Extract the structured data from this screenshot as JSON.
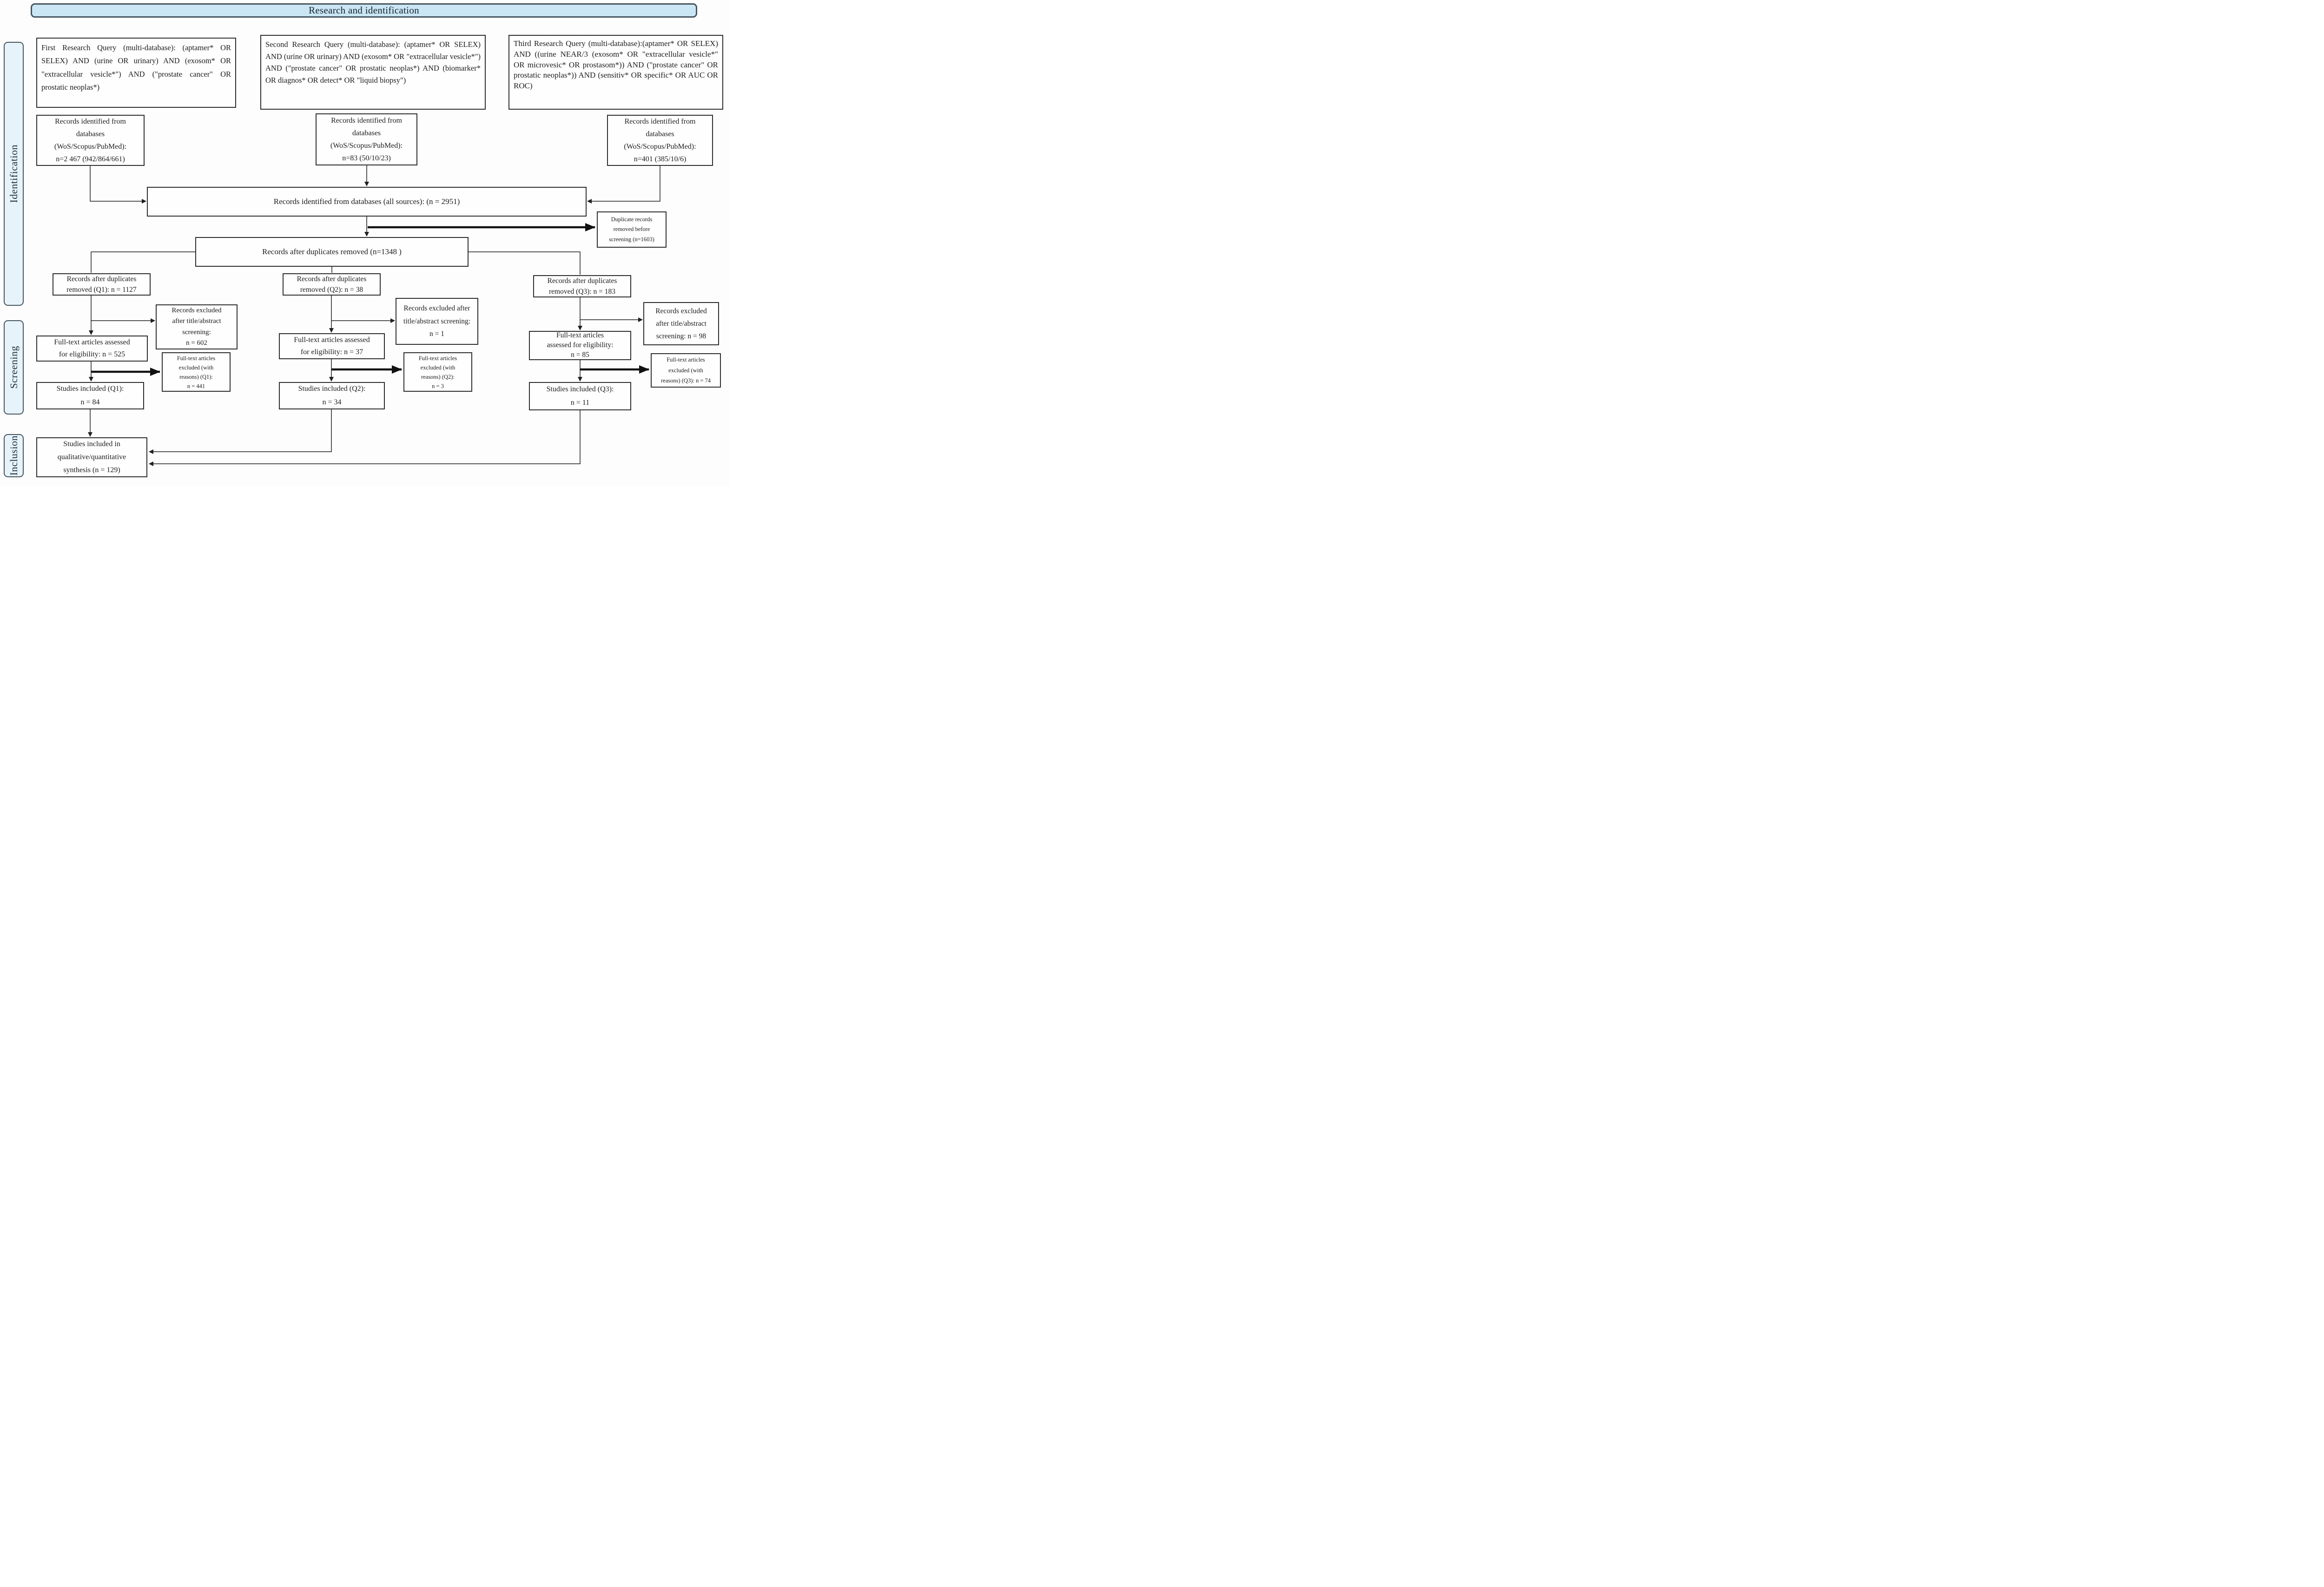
{
  "banner": {
    "title": "Research and identification"
  },
  "side_labels": {
    "identification": "Identification",
    "screening": "Screening",
    "inclusion": "Inclusion"
  },
  "queries": [
    {
      "text": "First Research Query (multi-database): (aptamer* OR SELEX) AND (urine OR urinary) AND (exosom* OR \"extracellular vesicle*\") AND (\"prostate cancer\" OR prostatic neoplas*)"
    },
    {
      "text": "Second Research Query (multi-database): (aptamer* OR SELEX) AND (urine OR urinary) AND (exosom* OR \"extracellular vesicle*\") AND (\"prostate cancer\" OR prostatic neoplas*) AND (biomarker* OR diagnos* OR detect* OR \"liquid biopsy\")"
    },
    {
      "text": "Third Research Query (multi-database):(aptamer* OR SELEX) AND ((urine NEAR/3 (exosom* OR \"extracellular vesicle*\" OR microvesic* OR prostasom*)) AND (\"prostate cancer\" OR prostatic neoplas*)) AND (sensitiv* OR specific* OR AUC OR ROC)"
    }
  ],
  "identification": {
    "records_q1": {
      "lines": [
        "Records identified from",
        "databases",
        "(WoS/Scopus/PubMed):",
        "n=2 467 (942/864/661)"
      ]
    },
    "records_q2": {
      "lines": [
        "Records identified from",
        "databases",
        "(WoS/Scopus/PubMed):",
        "n=83 (50/10/23)"
      ]
    },
    "records_q3": {
      "lines": [
        "Records identified from",
        "databases",
        "(WoS/Scopus/PubMed):",
        "n=401 (385/10/6)"
      ]
    },
    "all_sources": {
      "text": "Records identified from databases (all sources):   (n = 2951)"
    },
    "duplicates_removed": {
      "lines": [
        "Duplicate records",
        "removed before",
        "screening (n=1603)"
      ]
    },
    "after_duplicates": {
      "text": "Records after duplicates removed (n=1348 )"
    }
  },
  "screening": {
    "q1": {
      "dedup": {
        "lines": [
          "Records after duplicates",
          "removed (Q1): n = 1127"
        ]
      },
      "excluded": {
        "lines": [
          "Records excluded",
          "after title/abstract",
          "screening:",
          "n = 602"
        ]
      },
      "fulltext": {
        "lines": [
          "Full-text articles assessed",
          "for eligibility: n = 525"
        ]
      },
      "ft_excluded": {
        "lines": [
          "Full-text articles",
          "excluded (with",
          "reasons) (Q1):",
          "n = 441"
        ]
      },
      "included": {
        "lines": [
          "Studies included (Q1):",
          "n = 84"
        ]
      }
    },
    "q2": {
      "dedup": {
        "lines": [
          "Records after duplicates",
          "removed (Q2): n = 38"
        ]
      },
      "excluded": {
        "lines": [
          "Records excluded after",
          "title/abstract screening:",
          "n = 1"
        ]
      },
      "fulltext": {
        "lines": [
          "Full-text articles assessed",
          "for eligibility: n = 37"
        ]
      },
      "ft_excluded": {
        "lines": [
          "Full-text articles",
          "excluded (with",
          "reasons) (Q2):",
          "n = 3"
        ]
      },
      "included": {
        "lines": [
          "Studies included (Q2):",
          "n = 34"
        ]
      }
    },
    "q3": {
      "dedup": {
        "lines": [
          "Records after duplicates",
          "removed (Q3): n = 183"
        ]
      },
      "excluded": {
        "lines": [
          "Records excluded",
          "after title/abstract",
          "screening: n = 98"
        ]
      },
      "fulltext": {
        "lines": [
          "Full-text articles",
          "assessed for eligibility:",
          "n = 85"
        ]
      },
      "ft_excluded": {
        "lines": [
          "Full-text articles",
          "excluded (with",
          "reasons) (Q3): n = 74"
        ]
      },
      "included": {
        "lines": [
          "Studies included (Q3):",
          "n = 11"
        ]
      }
    }
  },
  "inclusion_stage": {
    "synthesis": {
      "lines": [
        "Studies included in",
        "qualitative/quantitative",
        "synthesis (n = 129)"
      ]
    }
  },
  "colors": {
    "banner_fill": "#cae6f5",
    "side_label_fill": "#e7f3fb",
    "frame_border": "#46555f",
    "box_border": "#2e2e2e",
    "arrow": "#1f1f1f"
  }
}
